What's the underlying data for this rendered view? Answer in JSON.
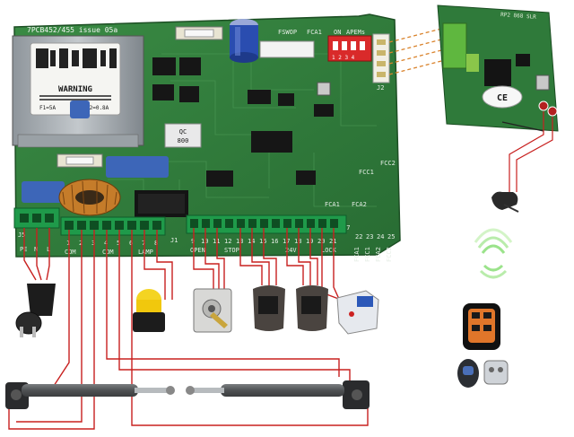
{
  "board": {
    "model_label": "7PCB452/455  issue 05a",
    "transformer": {
      "brand_line": "WARNING",
      "fuse_f1": "F1=5A",
      "fuse_f2": "F2=0.8A"
    },
    "qc_label": "QC",
    "qc_value": "800",
    "dip_title": "ON",
    "dip_label": "APEMs",
    "dip_numbers": "1 2 3 4",
    "fswop_label": "FSWOP",
    "fca1_label": "FCA1",
    "fca2_label": "FCA2",
    "fcc1_label": "FCC1",
    "fcc2_label": "FCC2",
    "j1_label": "J1",
    "j5_label": "J5",
    "j2_label": "J2",
    "j7_label": "J7",
    "left_terminal_numbers": [
      "1",
      "2",
      "3",
      "4",
      "5",
      "6",
      "7",
      "8"
    ],
    "left_terminal_groups": [
      "COM",
      "COM",
      "LAMP"
    ],
    "right_terminal_numbers": [
      "9",
      "10",
      "11",
      "12",
      "13",
      "14",
      "15",
      "16",
      "17",
      "18",
      "19",
      "20",
      "21"
    ],
    "right_terminal_groups": [
      "OPEN",
      "STOP",
      "24V",
      "LOCK"
    ],
    "fc_terminal_numbers": [
      "22",
      "23",
      "24",
      "25"
    ],
    "fc_terminal_labels": [
      "FCA1",
      "FCC1",
      "FCA2",
      "FCC2"
    ],
    "power_labels": [
      "PE",
      "N",
      "L"
    ]
  },
  "receiver": {
    "ce_mark": "CE",
    "label": "RP2 868 SLR"
  },
  "colors": {
    "pcb_green": "#2e7d3a",
    "terminal_green": "#1f9a4a",
    "wire_red": "#c8201f",
    "wire_orange": "#d9822b",
    "actuator_gray": "#5d5f61"
  }
}
